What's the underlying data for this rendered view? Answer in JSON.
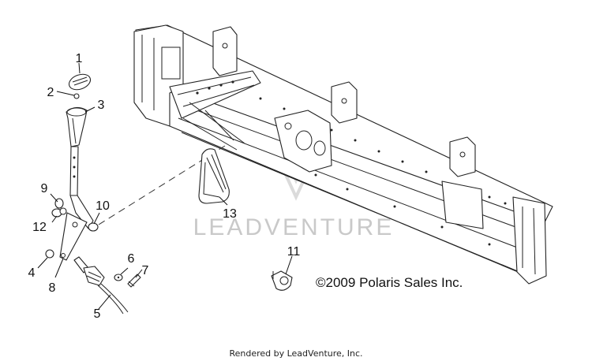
{
  "callouts": [
    "1",
    "2",
    "3",
    "4",
    "5",
    "6",
    "7",
    "8",
    "9",
    "10",
    "11",
    "12",
    "13"
  ],
  "copyright": "©2009 Polaris Sales Inc.",
  "watermark": "LEADVENTURE",
  "footer": "Rendered by LeadVenture, Inc."
}
